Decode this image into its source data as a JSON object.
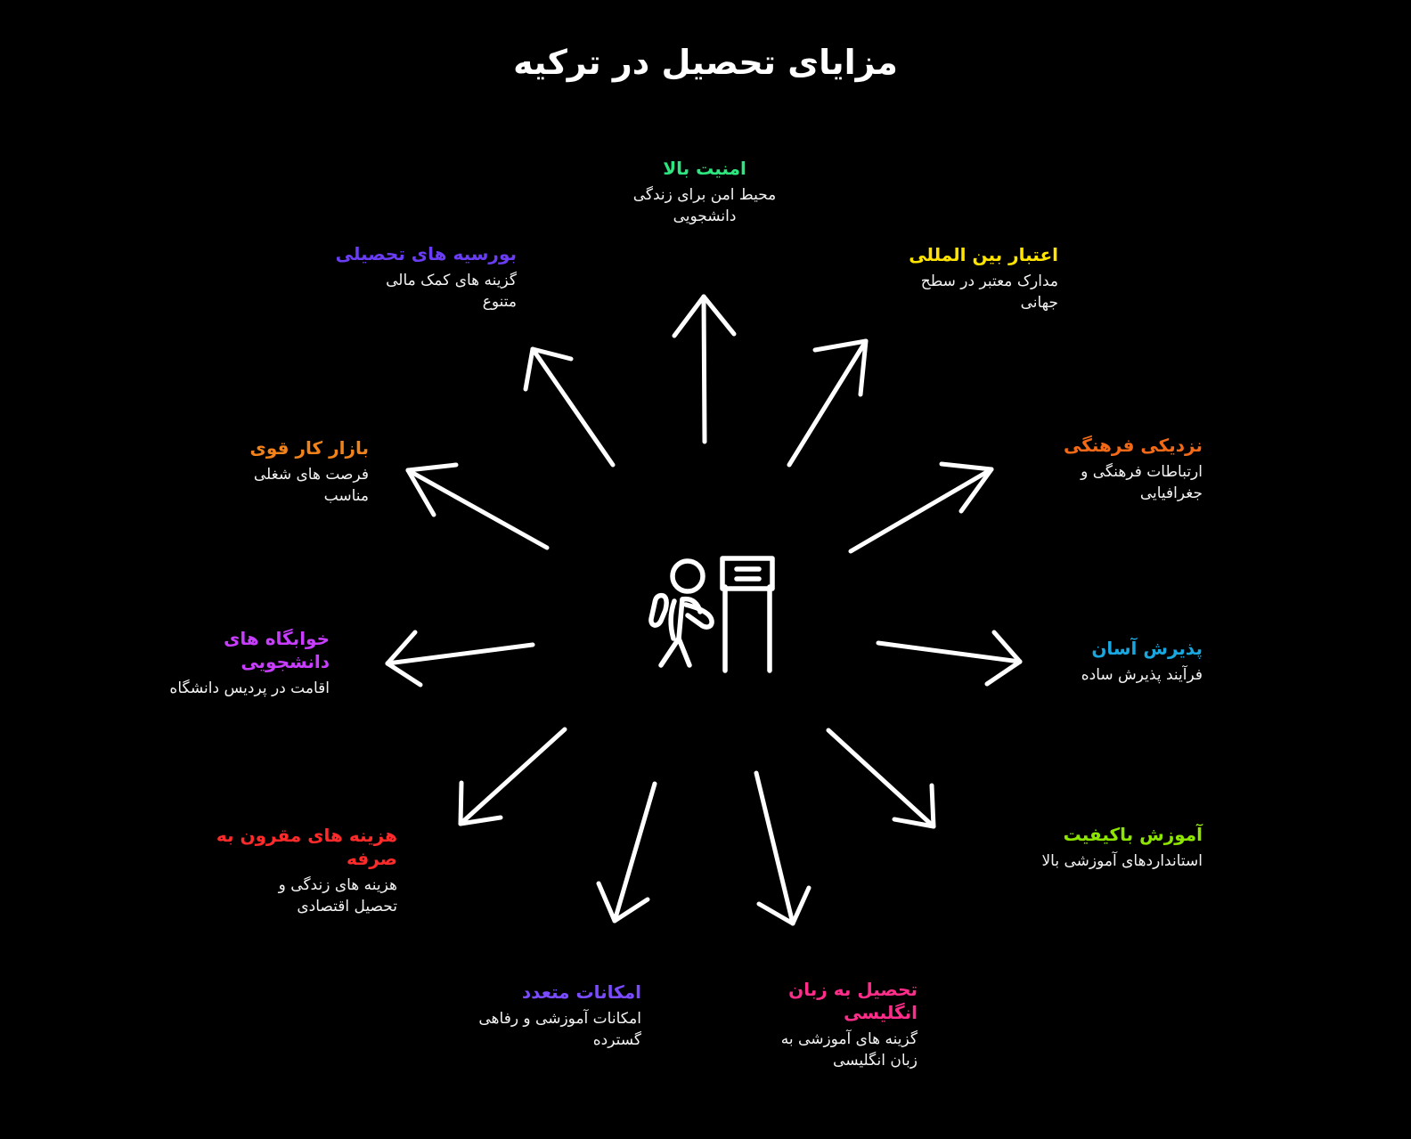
{
  "page": {
    "title": "مزایای تحصیل در ترکیه",
    "background_color": "#000000",
    "text_color": "#ffffff",
    "direction": "rtl"
  },
  "center": {
    "icon_name": "walking-person-with-signboard-icon",
    "stroke_color": "#ffffff"
  },
  "arrows": {
    "color": "#ffffff",
    "count": 11,
    "style": "hand-drawn straight line with open V arrowhead, radiating outward from center"
  },
  "spokes": [
    {
      "id": "amniat-bala",
      "title": "امنیت بالا",
      "desc": "محیط امن برای زندگی\nدانشجویی",
      "color": "#2ee67f",
      "align": "center",
      "position": "top"
    },
    {
      "id": "etebar-beynolmelali",
      "title": "اعتبار بین المللی",
      "desc": "مدارک معتبر در سطح\nجهانی",
      "color": "#ffe400",
      "align": "right",
      "position": "top-right"
    },
    {
      "id": "nazdiki-farhangi",
      "title": "نزدیکی فرهنگی",
      "desc": "ارتباطات فرهنگی و\nجغرافیایی",
      "color": "#f26a18",
      "align": "right",
      "position": "right-upper"
    },
    {
      "id": "paziresh-asan",
      "title": "پذیرش آسان",
      "desc": "فرآیند پذیرش ساده",
      "color": "#19a7e0",
      "align": "right",
      "position": "right"
    },
    {
      "id": "amoozesh-bakeyfiat",
      "title": "آموزش باکیفیت",
      "desc": "استانداردهای آموزشی بالا",
      "color": "#8ee600",
      "align": "right",
      "position": "right-lower"
    },
    {
      "id": "tahsil-be-zaban-engelisi",
      "title": "تحصیل به زبان\nانگلیسی",
      "desc": "گزینه های آموزشی به\nزبان انگلیسی",
      "color": "#ff2d8a",
      "align": "right",
      "position": "bottom-right"
    },
    {
      "id": "emkanat-motaaded",
      "title": "امکانات متعدد",
      "desc": "امکانات آموزشی و رفاهی\nگسترده",
      "color": "#7b4cff",
      "align": "right",
      "position": "bottom-left"
    },
    {
      "id": "hazine-haye-maghroon-be-sarfe",
      "title": "هزینه های مقرون به\nصرفه",
      "desc": "هزینه های زندگی و\nتحصیل اقتصادی",
      "color": "#ff2a2a",
      "align": "right",
      "position": "left-lower"
    },
    {
      "id": "khabgah-haye-daneshjooyi",
      "title": "خوابگاه های\nدانشجویی",
      "desc": "اقامت در پردیس دانشگاه",
      "color": "#c93dff",
      "align": "right",
      "position": "left"
    },
    {
      "id": "bazar-kar-ghavi",
      "title": "بازار کار قوی",
      "desc": "فرصت های شغلی\nمناسب",
      "color": "#f2821a",
      "align": "right",
      "position": "left-upper"
    },
    {
      "id": "boorsiye-haye-tahsili",
      "title": "بورسیه های تحصیلی",
      "desc": "گزینه های کمک مالی\nمتنوع",
      "color": "#6a3df5",
      "align": "right",
      "position": "top-left"
    }
  ]
}
